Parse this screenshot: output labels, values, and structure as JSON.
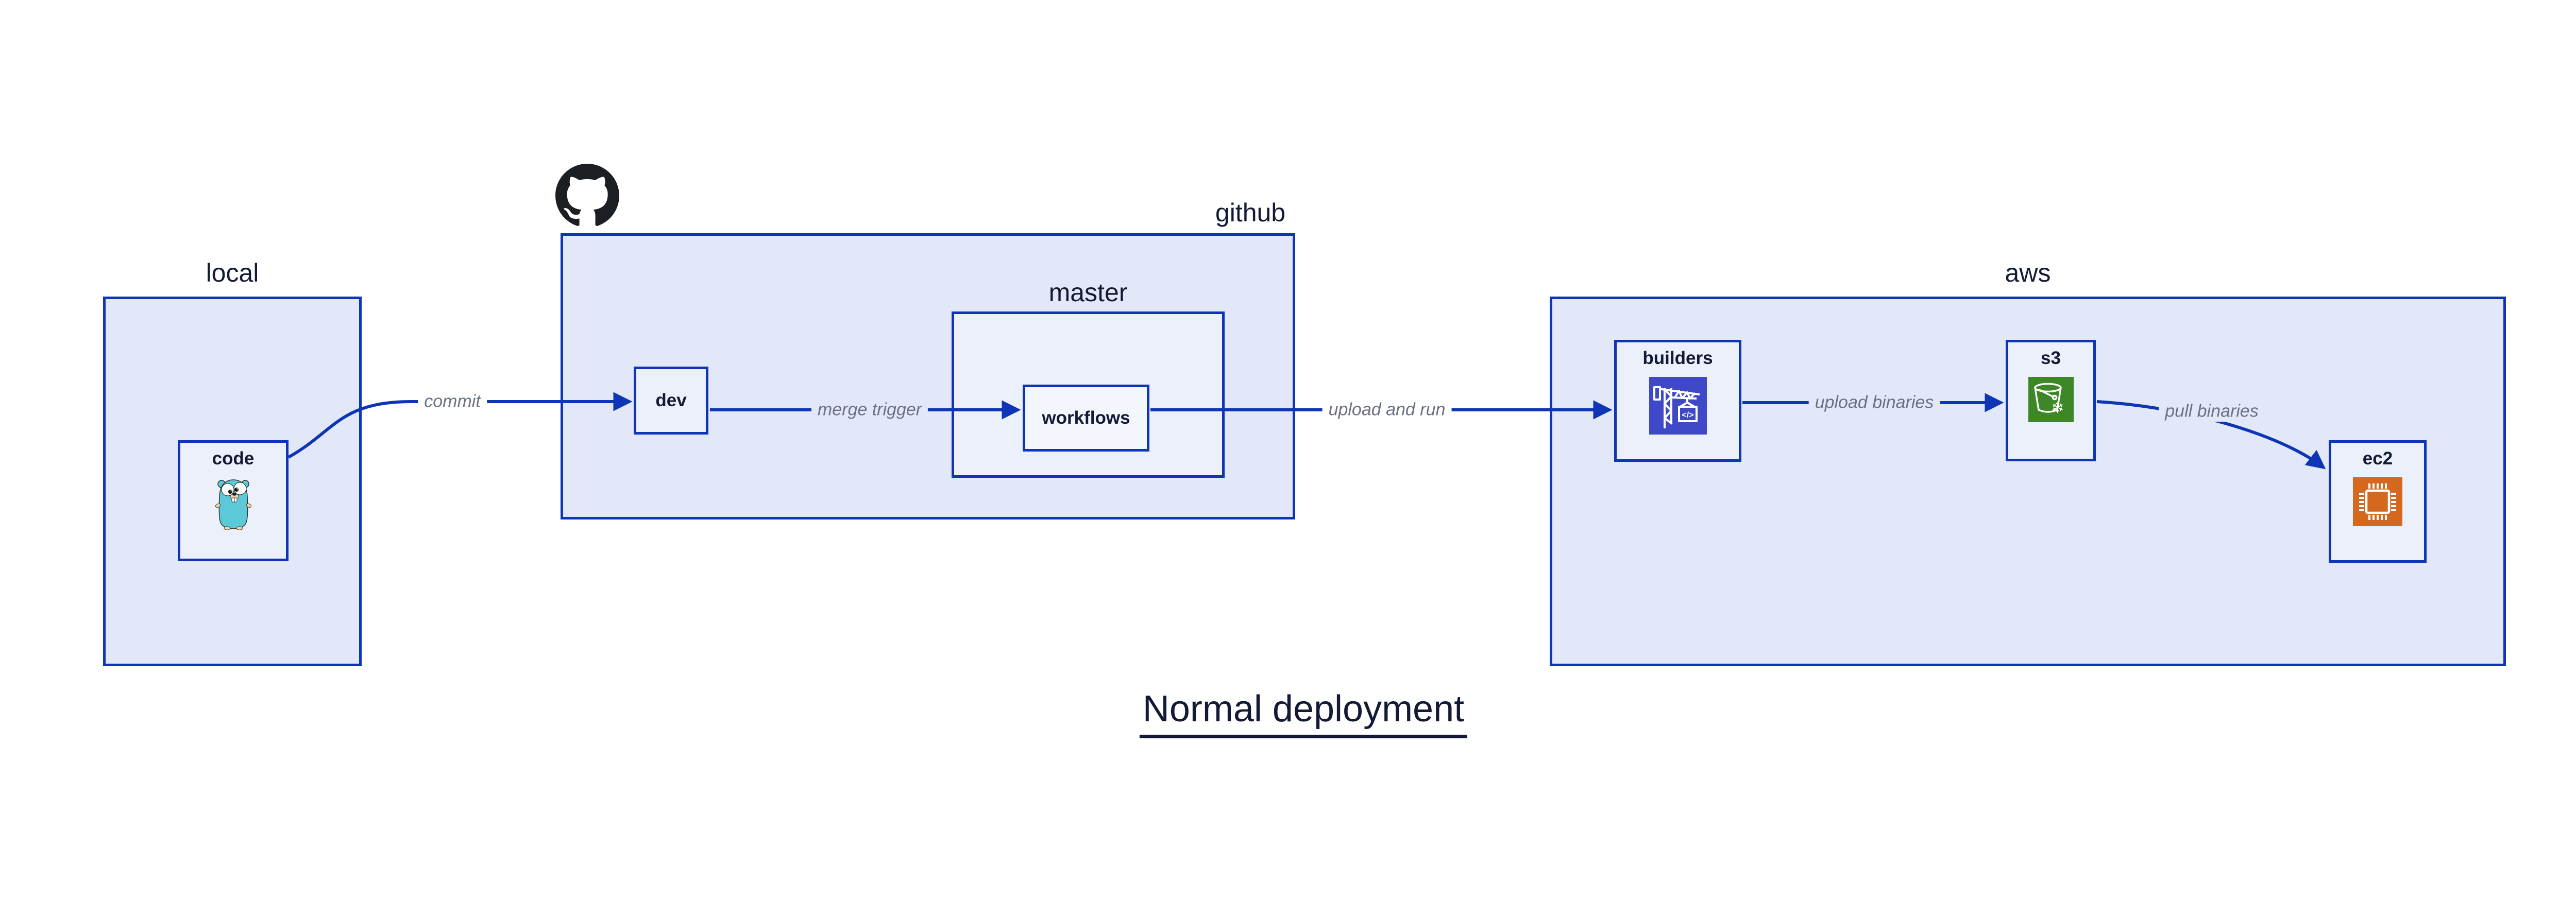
{
  "title": {
    "text": "Normal deployment"
  },
  "groups": {
    "local": {
      "label": "local"
    },
    "github": {
      "label": "github"
    },
    "master": {
      "label": "master"
    },
    "aws": {
      "label": "aws"
    }
  },
  "nodes": {
    "code": {
      "label": "code",
      "icon": "go-gopher-icon"
    },
    "dev": {
      "label": "dev"
    },
    "workflows": {
      "label": "workflows"
    },
    "builders": {
      "label": "builders",
      "icon": "aws-codebuild-icon",
      "icon_glyph": "</>"
    },
    "s3": {
      "label": "s3",
      "icon": "aws-s3-glacier-icon",
      "icon_glyph": "❄"
    },
    "ec2": {
      "label": "ec2",
      "icon": "aws-ec2-chip-icon"
    }
  },
  "edges": {
    "commit": {
      "label": "commit"
    },
    "merge_trigger": {
      "label": "merge trigger"
    },
    "upload_and_run": {
      "label": "upload and run"
    },
    "upload_binaries": {
      "label": "upload binaries"
    },
    "pull_binaries": {
      "label": "pull binaries"
    }
  },
  "logos": {
    "github_mark": "github-octocat-logo"
  },
  "colors": {
    "background": "#FFFFFF",
    "container_fill": "#E2E8F8",
    "node_fill": "#ECF0FB",
    "inner_node_fill": "#F4F6FE",
    "border_and_arrow_blue": "#0D35B5",
    "text_navy": "#131A35",
    "edge_label_gray": "#6A7183",
    "codebuild_indigo": "#3F49C8",
    "s3_glacier_green": "#3E8727",
    "ec2_orange": "#D4681E",
    "gopher_teal": "#5BC9D8",
    "github_black": "#1B1F23"
  }
}
